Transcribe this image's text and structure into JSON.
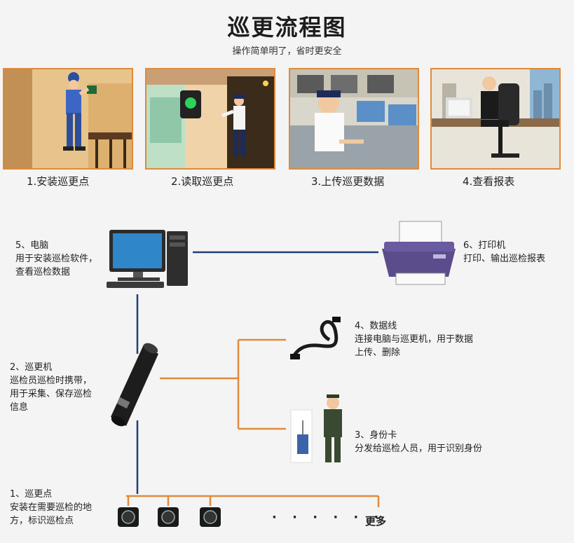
{
  "title": "巡更流程图",
  "subtitle": "操作简单明了，省时更安全",
  "steps": [
    {
      "label": "1.安装巡更点"
    },
    {
      "label": "2.读取巡更点"
    },
    {
      "label": "3.上传巡更数据"
    },
    {
      "label": "4.查看报表"
    }
  ],
  "components": {
    "computer": {
      "heading": "5、电脑",
      "line1": "用于安装巡检软件，",
      "line2": "查看巡检数据"
    },
    "printer": {
      "heading": "6、打印机",
      "line1": "打印、输出巡检报表"
    },
    "cable": {
      "heading": "4、数据线",
      "line1": "连接电脑与巡更机，用于数据",
      "line2": "上传、删除"
    },
    "device": {
      "heading": "2、巡更机",
      "line1": "巡检员巡检时携带，",
      "line2": "用于采集、保存巡检",
      "line3": "信息"
    },
    "id_card": {
      "heading": "3、身份卡",
      "line1": "分发给巡检人员，用于识别身份"
    },
    "points": {
      "heading": "1、巡更点",
      "line1": "安装在需要巡检的地",
      "line2": "方，标识巡检点"
    }
  },
  "more_label": "更多",
  "dots": "· · · · · ·",
  "colors": {
    "accent": "#e08a3a",
    "connector": "#1f3f7a"
  }
}
